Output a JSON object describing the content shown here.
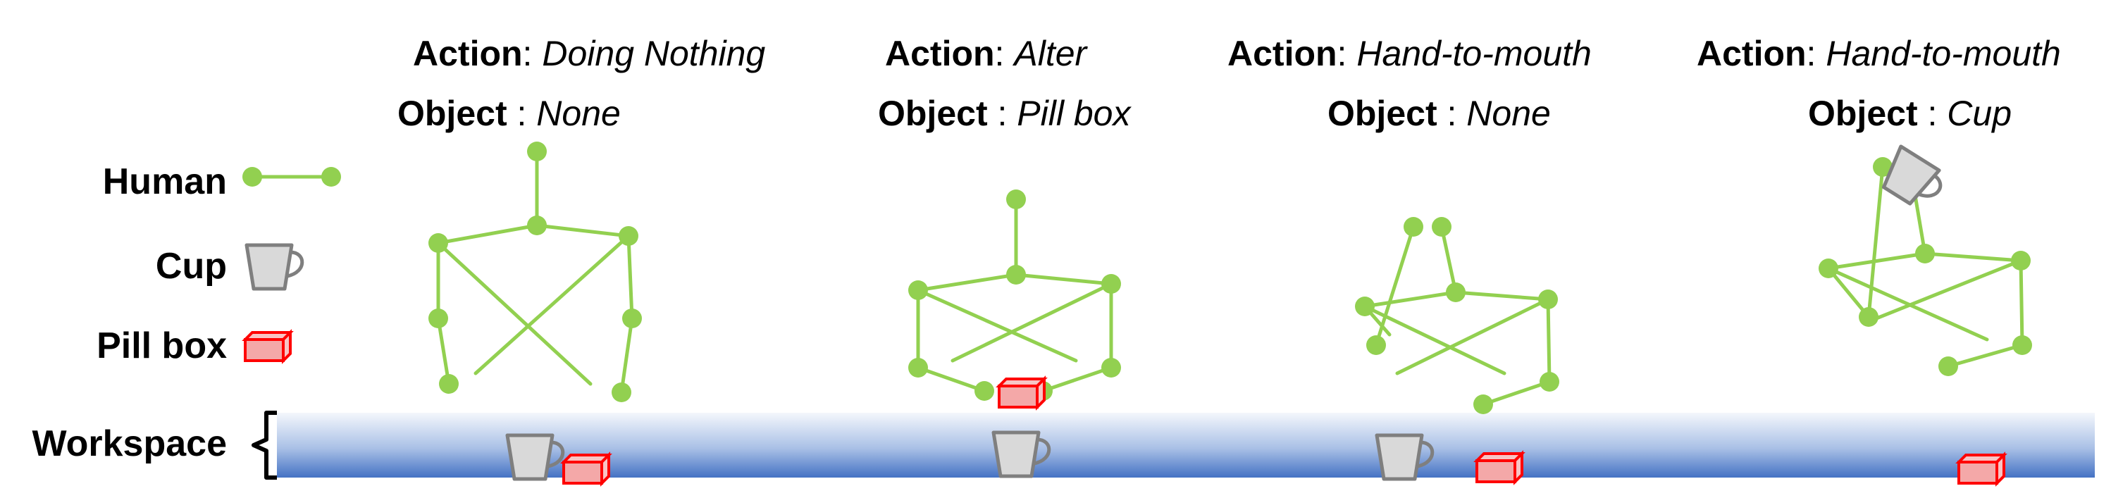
{
  "colors": {
    "human": "#92d050",
    "cup_fill": "#d9d9d9",
    "cup_stroke": "#7f7f7f",
    "pillbox_stroke": "#ff0000",
    "pillbox_fill": "#f4a8a8",
    "workspace_top": "#e6edf8",
    "workspace_bottom": "#4472c4"
  },
  "legend": {
    "human_label": "Human",
    "cup_label": "Cup",
    "pillbox_label": "Pill box",
    "workspace_label": "Workspace"
  },
  "icons": {
    "human": "skeleton-segment-icon",
    "cup": "cup-icon",
    "pillbox": "pill-box-icon",
    "workspace": "brace-icon"
  },
  "frames": [
    {
      "action_key": "Action",
      "action_value": "Doing Nothing",
      "object_key": "Object",
      "object_value": "None"
    },
    {
      "action_key": "Action",
      "action_value": "Alter",
      "object_key": "Object",
      "object_value": "Pill box"
    },
    {
      "action_key": "Action",
      "action_value": "Hand-to-mouth",
      "object_key": "Object",
      "object_value": "None"
    },
    {
      "action_key": "Action",
      "action_value": "Hand-to-mouth",
      "object_key": "Object",
      "object_value": "Cup"
    }
  ],
  "separators": {
    "colon": ":",
    "spaced_colon": " : "
  }
}
